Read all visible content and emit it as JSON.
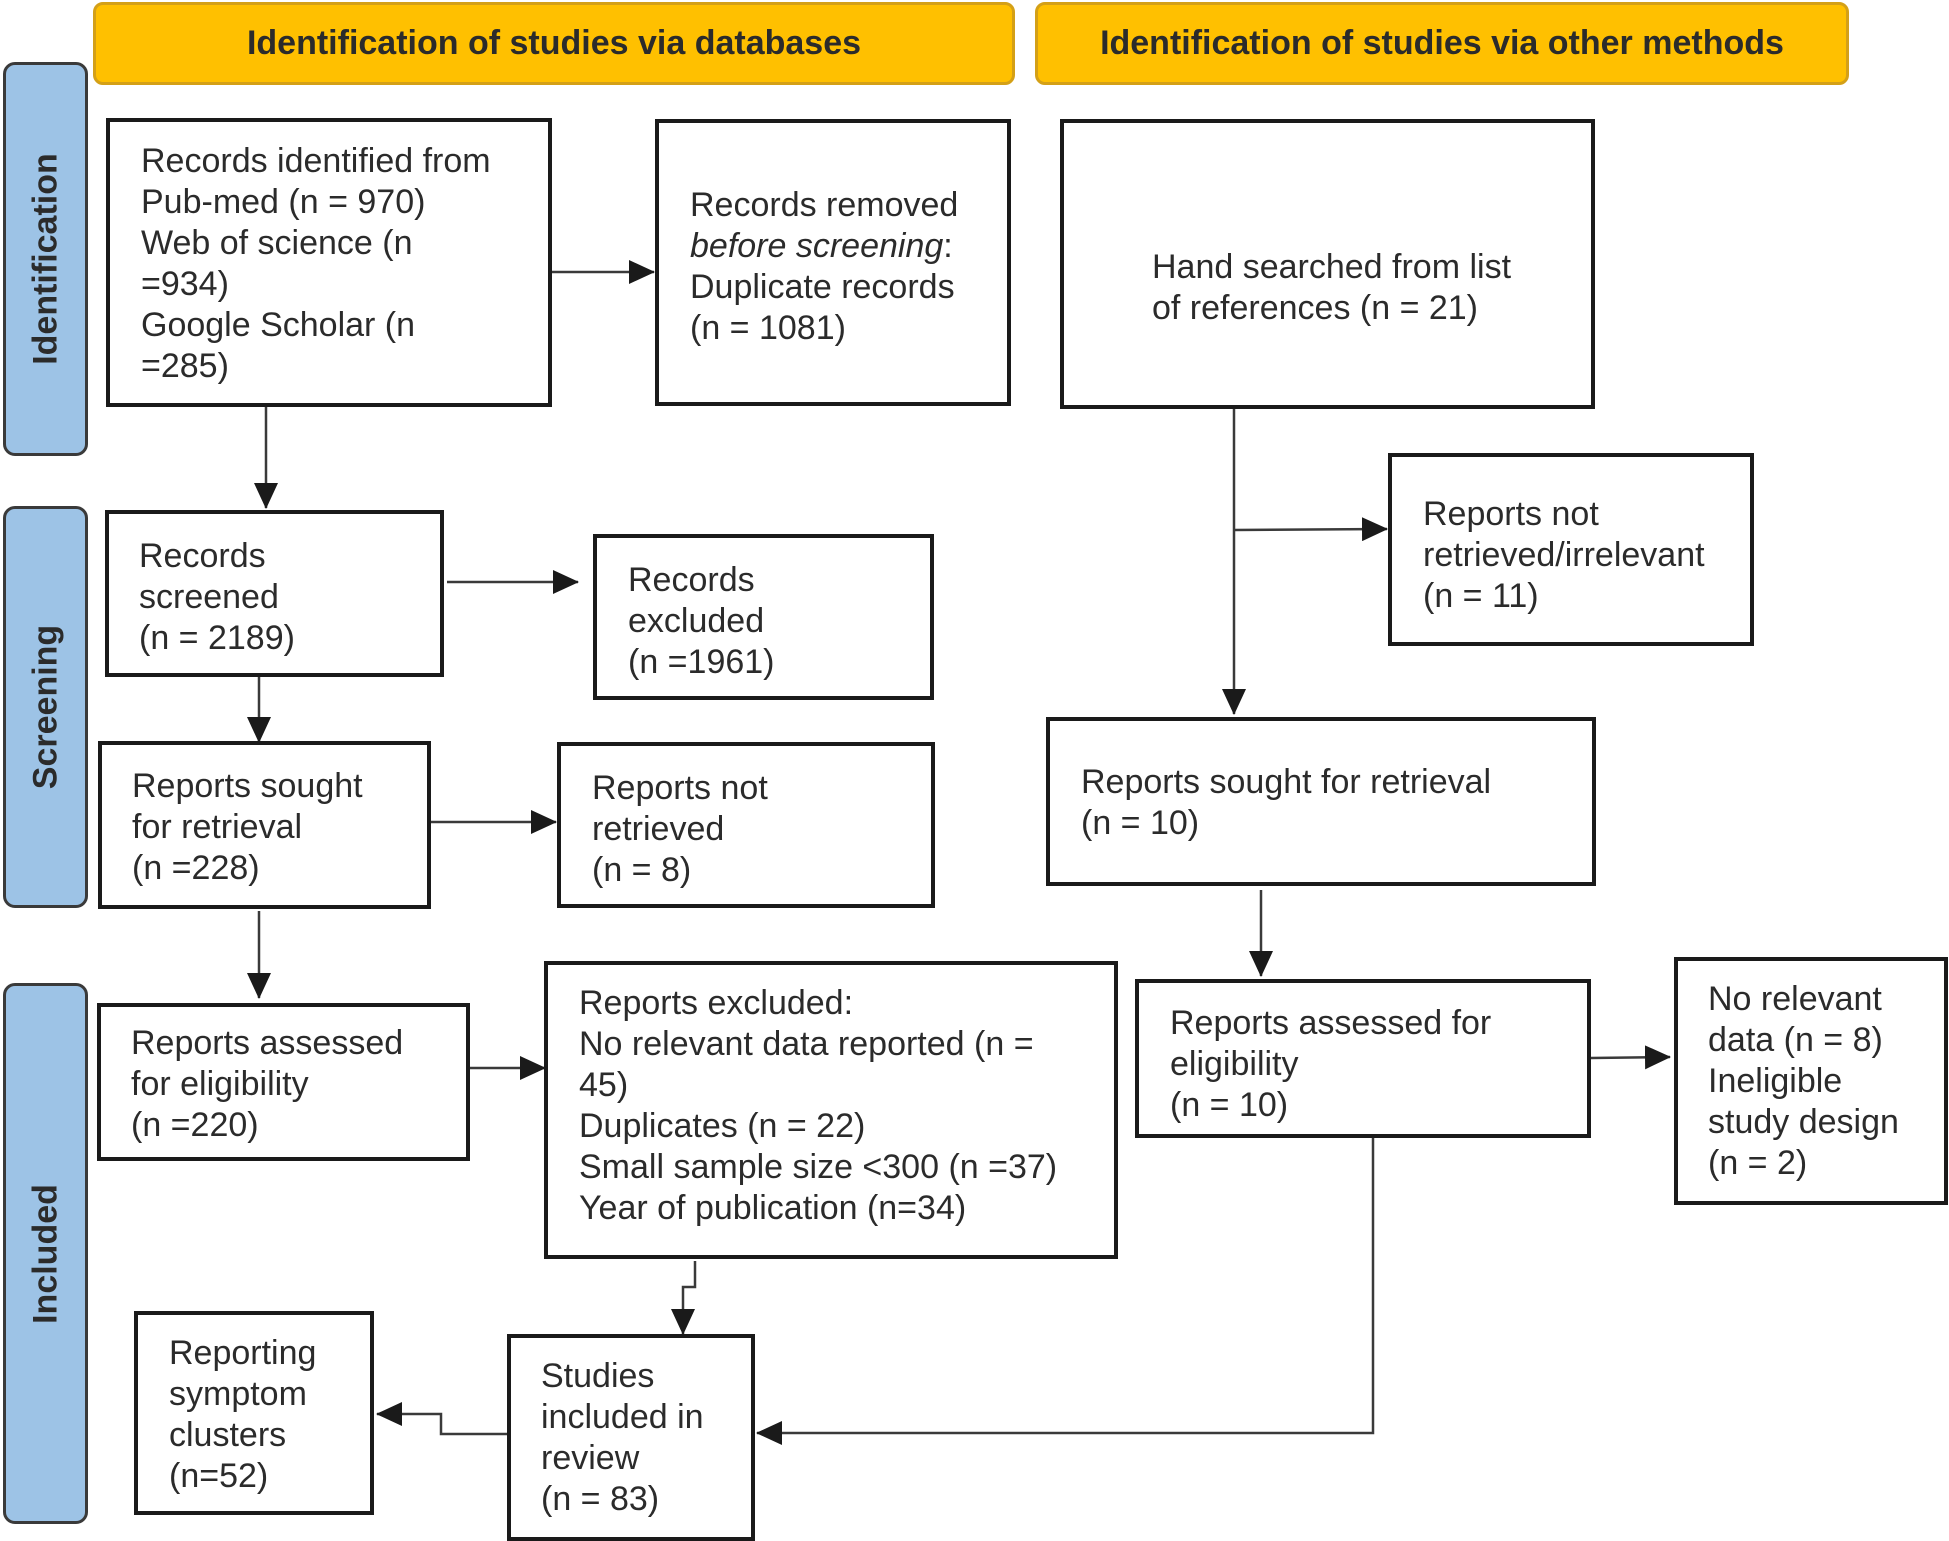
{
  "headers": {
    "databases": "Identification of studies via databases",
    "other": "Identification of studies via other methods"
  },
  "phases": {
    "identification": "Identification",
    "screening": "Screening",
    "included": "Included"
  },
  "boxes": {
    "records_identified": [
      "Records identified from",
      "Pub-med (n = 970)",
      "Web of science (n",
      "=934)",
      "Google Scholar (n",
      "=285)"
    ],
    "records_removed": {
      "line1": "Records removed",
      "line2_italic": "before screening",
      "line2_suffix": ":",
      "line3": "Duplicate records",
      "line4": "(n = 1081)"
    },
    "hand_searched": [
      "Hand searched from list",
      "of references (n = 21)"
    ],
    "records_screened": [
      "Records",
      "screened",
      "(n = 2189)"
    ],
    "records_excluded": [
      "Records",
      "excluded",
      "(n =1961)"
    ],
    "reports_not_retrieved_irrelevant": [
      "Reports not",
      "retrieved/irrelevant",
      "(n = 11)"
    ],
    "reports_sought_db": [
      "Reports sought",
      "for retrieval",
      "(n =228)"
    ],
    "reports_not_retrieved": [
      "Reports not",
      "retrieved",
      "(n = 8)"
    ],
    "reports_sought_other": [
      "Reports sought for retrieval",
      "(n = 10)"
    ],
    "reports_assessed_db": [
      "Reports assessed",
      "for eligibility",
      "(n =220)"
    ],
    "reports_excluded_db": [
      "Reports excluded:",
      "No relevant data reported (n =",
      "45)",
      "Duplicates (n = 22)",
      "Small sample size <300 (n =37)",
      "Year of publication (n=34)"
    ],
    "reports_assessed_other": [
      "Reports assessed for",
      "eligibility",
      "(n = 10)"
    ],
    "no_relevant_data": [
      "No relevant",
      "data (n = 8)",
      "Ineligible",
      "study design",
      "(n = 2)"
    ],
    "studies_included": [
      "Studies",
      "included in",
      "review",
      "(n = 83)"
    ],
    "symptom_clusters": [
      "Reporting",
      "symptom",
      "clusters",
      "(n=52)"
    ]
  },
  "colors": {
    "header_fill": "#FFC000",
    "header_border": "#D4A017",
    "phase_fill": "#9DC3E6",
    "box_border": "#1a1a1a",
    "arrow": "#3a3a3a"
  }
}
